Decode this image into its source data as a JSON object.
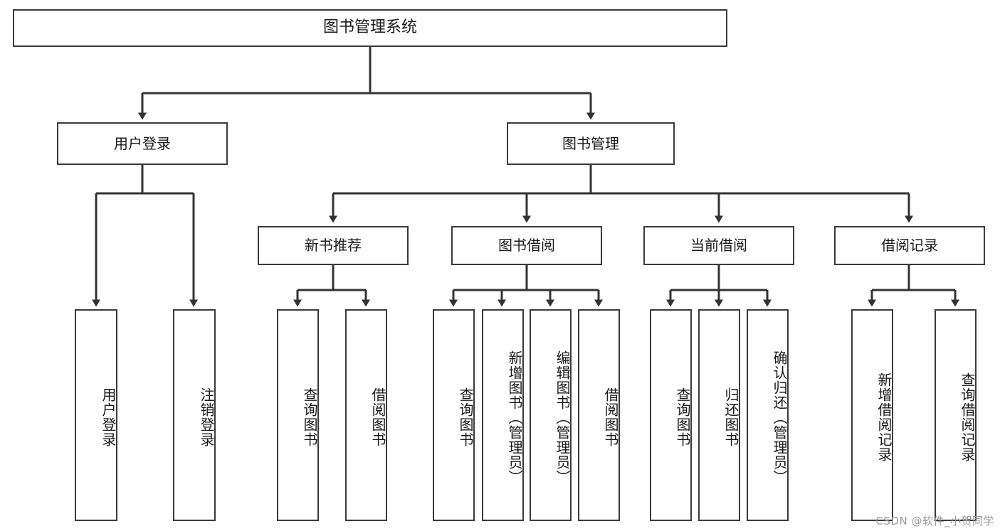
{
  "diagram": {
    "title": "图书管理系统",
    "type": "tree",
    "orientation": "top-down",
    "colors": {
      "box_border": "#3b3b3b",
      "box_fill": "#ffffff",
      "connector": "#333333",
      "text": "#1a1a1a",
      "watermark": "#9a9a9a",
      "canvas": "#ffffff"
    },
    "watermark": "CSDN @软件_小贺同学"
  },
  "nodes": {
    "root": {
      "label": "图书管理系统"
    },
    "level2": [
      {
        "id": "user-login",
        "label": "用户登录"
      },
      {
        "id": "book-manage",
        "label": "图书管理"
      }
    ],
    "level3": [
      {
        "id": "new-book-recommend",
        "label": "新书推荐"
      },
      {
        "id": "book-borrow",
        "label": "图书借阅"
      },
      {
        "id": "current-borrow",
        "label": "当前借阅"
      },
      {
        "id": "borrow-record",
        "label": "借阅记录"
      }
    ],
    "leaves": {
      "user-login": [
        {
          "id": "leaf-user-login",
          "label": "用户登录"
        },
        {
          "id": "leaf-logout-login",
          "label": "注销登录"
        }
      ],
      "new-book-recommend": [
        {
          "id": "leaf-query-book-1",
          "label": "查询图书"
        },
        {
          "id": "leaf-borrow-book-1",
          "label": "借阅图书"
        }
      ],
      "book-borrow": [
        {
          "id": "leaf-query-book-2",
          "label": "查询图书"
        },
        {
          "id": "leaf-add-book-admin",
          "label": "新增图书（管理员）"
        },
        {
          "id": "leaf-edit-book-admin",
          "label": "编辑图书（管理员）"
        },
        {
          "id": "leaf-borrow-book-2",
          "label": "借阅图书"
        }
      ],
      "current-borrow": [
        {
          "id": "leaf-query-book-3",
          "label": "查询图书"
        },
        {
          "id": "leaf-return-book",
          "label": "归还图书"
        },
        {
          "id": "leaf-confirm-return-admin",
          "label": "确认归还（管理员）"
        }
      ],
      "borrow-record": [
        {
          "id": "leaf-add-borrow-record",
          "label": "新增借阅记录"
        },
        {
          "id": "leaf-query-borrow-record",
          "label": "查询借阅记录"
        }
      ]
    }
  }
}
